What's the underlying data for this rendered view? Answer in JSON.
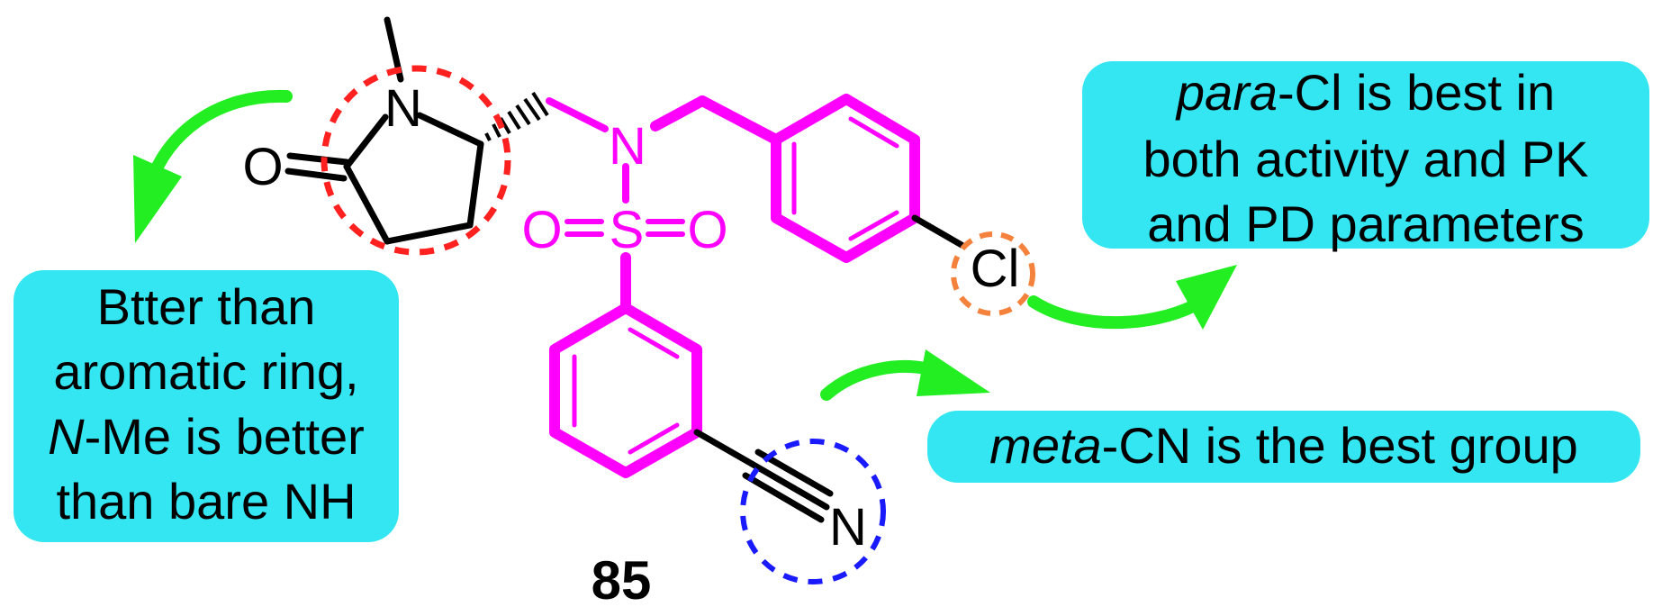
{
  "colors": {
    "skeleton": "#000000",
    "highlight": "#ff00ff",
    "annotation_box": "#33e6f2",
    "arrow": "#22ee22",
    "ring_circle": "#ff2020",
    "chloro_circle": "#f5823c",
    "nitrile_circle": "#1a1aff"
  },
  "atoms": {
    "n_lactam": "N",
    "o_lactam": "O",
    "n_amine": "N",
    "sulfur": "S",
    "o_sulfonyl_left": "O",
    "o_sulfonyl_right": "O",
    "chlorine": "Cl",
    "n_nitrile": "N"
  },
  "compound_label": "85",
  "annotations": {
    "left": {
      "line1": "Btter than",
      "line2": "aromatic ring,",
      "line3_italic": "N",
      "line3_rest": "-Me is better",
      "line4": "than bare NH"
    },
    "top_right": {
      "line1_italic": "para",
      "line1_rest": "-Cl is best in",
      "line2": "both activity and PK",
      "line3": "and PD parameters"
    },
    "middle_right": {
      "line1_italic": "meta",
      "line1_rest": "-CN is the best group"
    }
  },
  "icons": [
    "curved-arrow-icon",
    "curved-arrow-icon",
    "curved-arrow-icon"
  ]
}
